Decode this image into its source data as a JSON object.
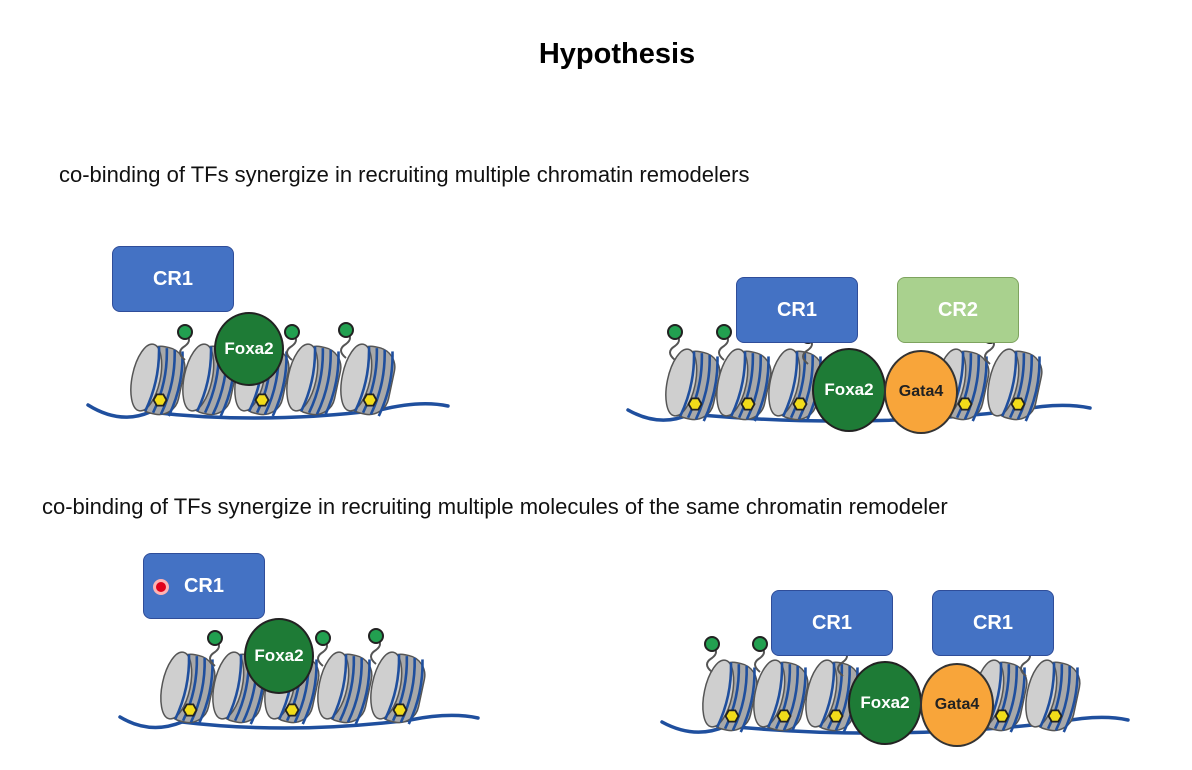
{
  "title": "Hypothesis",
  "caption_1": "co-binding of TFs synergize in recruiting multiple chromatin remodelers",
  "caption_2": "co-binding of TFs synergize in recruiting multiple molecules of the same chromatin remodeler",
  "panels": {
    "top_left": {
      "cr": [
        "CR1"
      ],
      "tf": [
        "Foxa2"
      ]
    },
    "top_right": {
      "cr": [
        "CR1",
        "CR2"
      ],
      "tf": [
        "Foxa2",
        "Gata4"
      ]
    },
    "bottom_left": {
      "cr": [
        "CR1"
      ],
      "tf": [
        "Foxa2"
      ]
    },
    "bottom_right": {
      "cr": [
        "CR1",
        "CR1"
      ],
      "tf": [
        "Foxa2",
        "Gata4"
      ]
    }
  },
  "colors": {
    "cr_blue": "#4472c4",
    "cr_green": "#a9d18e",
    "foxa2": "#1e7b36",
    "gata4": "#f8a53a",
    "dna": "#1f4f9e",
    "nucleosome": "#b0b0b0",
    "histone_mark_green": "#22a050",
    "histone_mark_yellow": "#f2dc1a"
  }
}
